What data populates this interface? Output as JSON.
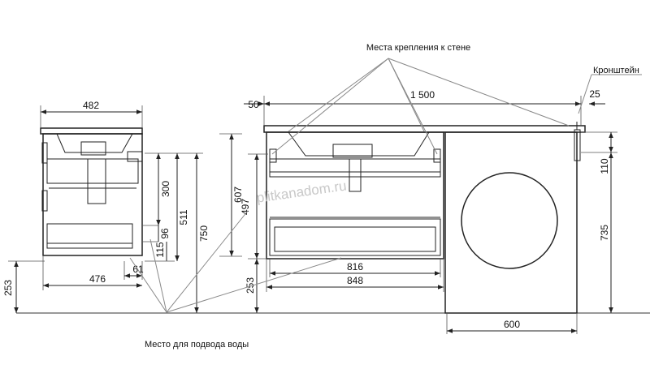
{
  "labels": {
    "wall_mounts": "Места крепления к стене",
    "bracket": "Кронштейн",
    "water_supply": "Место для подвода воды"
  },
  "watermark": "plitkanadom.ru",
  "dims": {
    "side_width": "482",
    "side_h300": "300",
    "side_h511": "511",
    "side_h750": "750",
    "side_h607": "607",
    "side_h96": "96",
    "side_h115": "115",
    "side_w61": "61",
    "side_w476": "476",
    "floor_253_left": "253",
    "top_50": "50",
    "top_1500": "1 500",
    "top_25": "25",
    "front_h497": "497",
    "front_h253": "253",
    "front_w816": "816",
    "front_w848": "848",
    "wm_h110": "110",
    "wm_h735": "735",
    "wm_w600": "600"
  }
}
